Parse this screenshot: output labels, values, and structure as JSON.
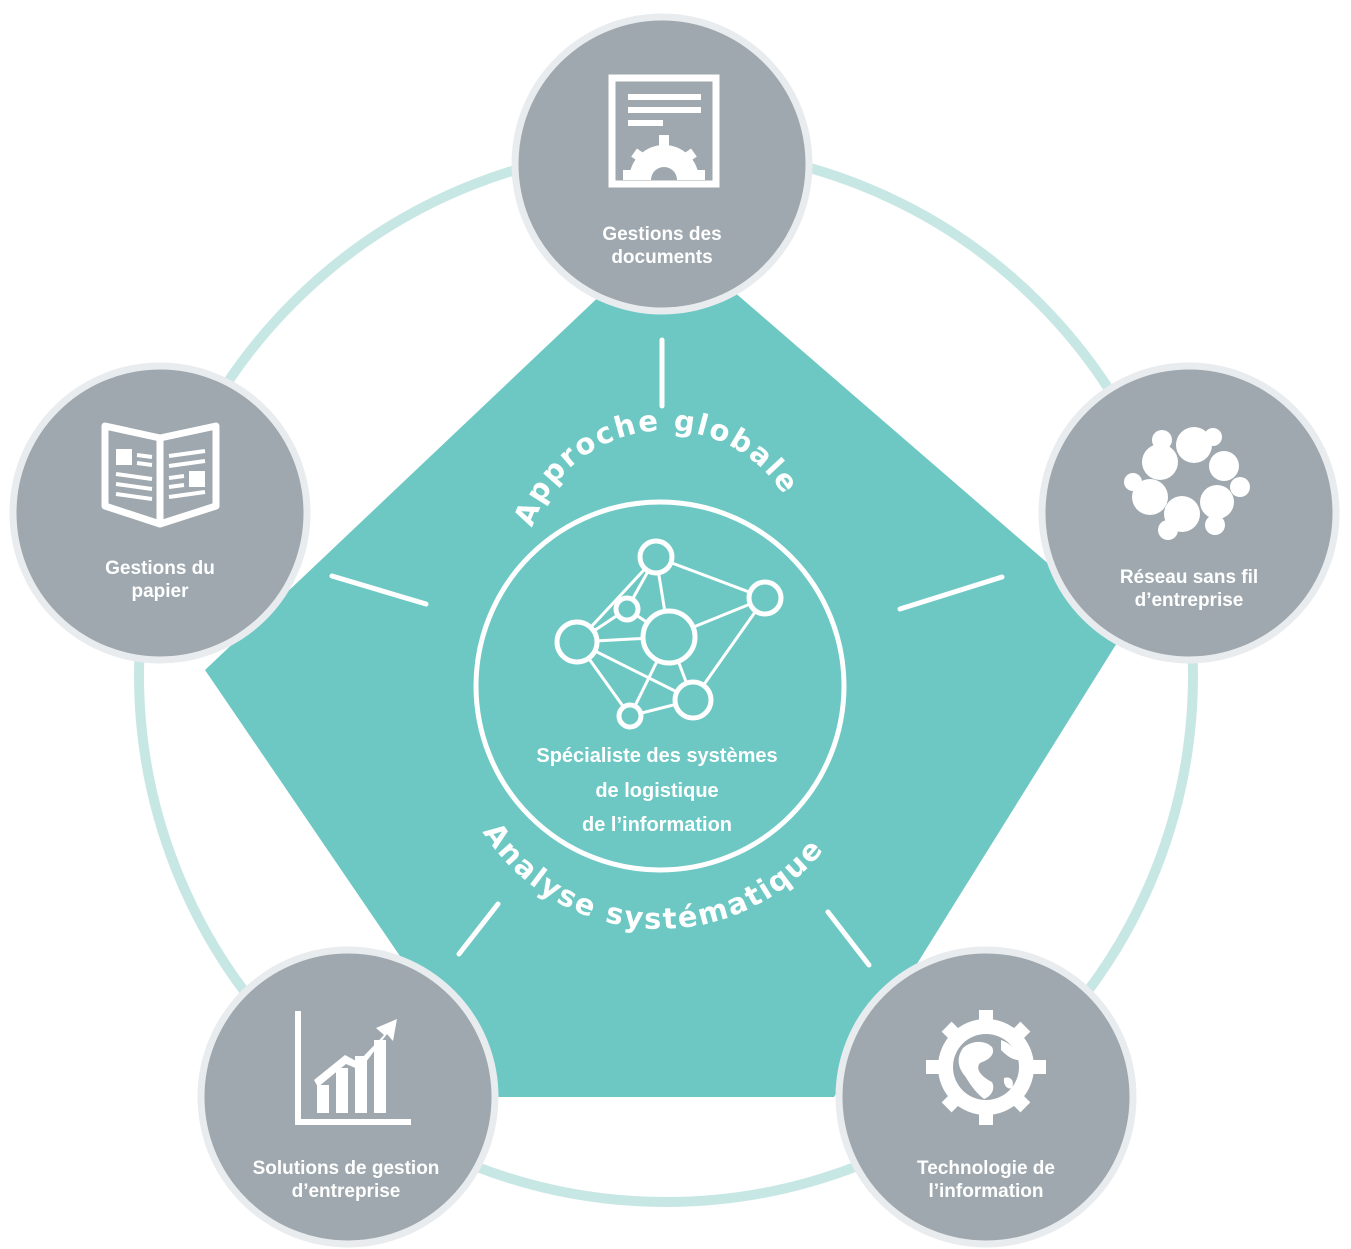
{
  "diagram": {
    "arc_top": "Approche globale",
    "arc_bottom": "Analyse systématique",
    "center_lines": [
      "Spécialiste des systèmes",
      "de logistique",
      "de l’information"
    ],
    "nodes": [
      {
        "name": "documents",
        "icon": "document-gear-icon",
        "lines": [
          "Gestions des",
          "documents"
        ]
      },
      {
        "name": "wireless",
        "icon": "network-bubbles-icon",
        "lines": [
          "Réseau sans fil",
          "d’entreprise"
        ]
      },
      {
        "name": "it",
        "icon": "globe-gear-icon",
        "lines": [
          "Technologie de",
          "l’information"
        ]
      },
      {
        "name": "erp",
        "icon": "growth-chart-icon",
        "lines": [
          "Solutions de gestion",
          "d’entreprise"
        ]
      },
      {
        "name": "paper",
        "icon": "open-newspaper-icon",
        "lines": [
          "Gestions du",
          "papier"
        ]
      }
    ],
    "colors": {
      "teal": "#6dc8c4",
      "ring": "#c7e7e5",
      "node_fill": "#9ea8ae",
      "node_border": "#e9ecee",
      "white": "#ffffff"
    }
  }
}
